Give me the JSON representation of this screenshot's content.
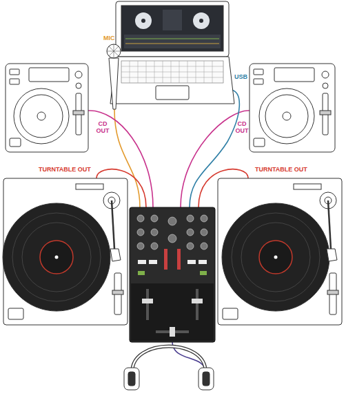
{
  "diagram": {
    "labels": [
      "MIC",
      "USB",
      "CD OUT",
      "CD OUT",
      "TURNTABLE OUT",
      "TURNTABLE OUT"
    ]
  }
}
